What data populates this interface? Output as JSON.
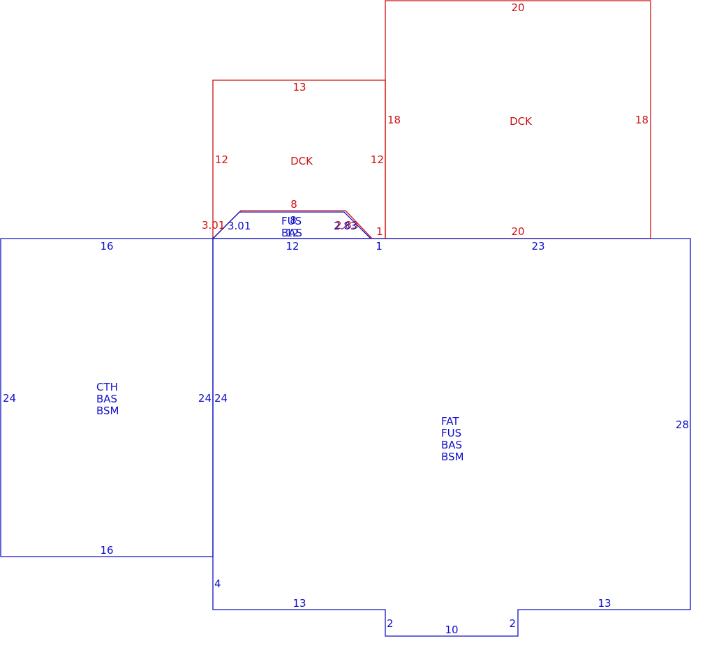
{
  "colors": {
    "main": "#1010c8",
    "deck": "#d01010"
  },
  "left_wing": {
    "codes": [
      "CTH",
      "BAS",
      "BSM"
    ],
    "dims": {
      "top": "16",
      "bottom": "16",
      "left": "24",
      "right": "24"
    }
  },
  "main_house": {
    "codes": [
      "FAT",
      "FUS",
      "BAS",
      "BSM"
    ],
    "dims": {
      "top_left": "12",
      "top_notch": "1",
      "top_right": "23",
      "left": "24",
      "left_lower": "4",
      "right": "28",
      "bottom_left": "13",
      "bottom_right": "13",
      "bump_left": "2",
      "bump_bottom": "10",
      "bump_right": "2"
    }
  },
  "bay": {
    "codes": [
      "FUS",
      "BAS"
    ],
    "overlap_digits": [
      "8",
      "12"
    ],
    "dims": {
      "left_diag": "3.01",
      "right_diag": "2.83"
    }
  },
  "deck_small": {
    "code": "DCK",
    "dims": {
      "top": "13",
      "left": "12",
      "right": "12",
      "bay_top": "8",
      "left_diag": "3.01",
      "right_diag": "2.83",
      "notch": "1"
    }
  },
  "deck_large": {
    "code": "DCK",
    "dims": {
      "top": "20",
      "left": "18",
      "right": "18",
      "bottom": "20"
    }
  }
}
